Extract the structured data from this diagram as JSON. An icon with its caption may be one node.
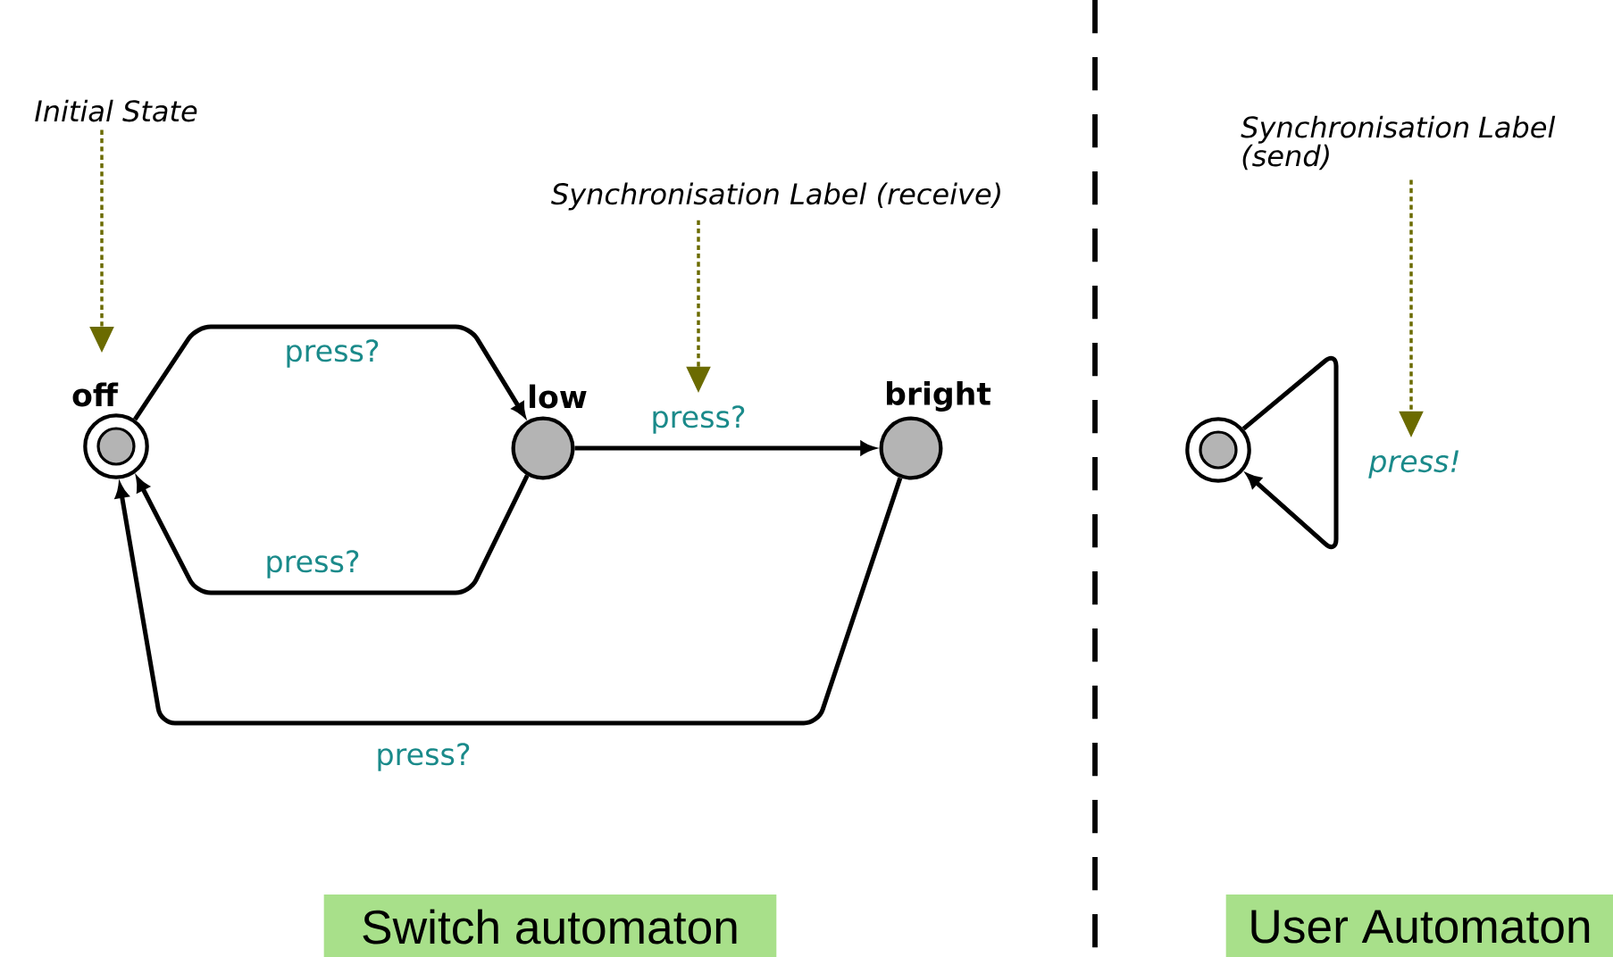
{
  "diagram": {
    "nodes": [
      {
        "text": [
          "off"
        ]
      },
      {
        "text": [
          "low"
        ]
      },
      {
        "text": [
          "bright"
        ]
      },
      {
        "text": [],
        "shape": "circle"
      },
      {
        "text": [
          "Initial State"
        ]
      },
      {
        "text": [
          "Synchronisation Label (receive)"
        ]
      },
      {
        "text": [
          "Synchronisation Label (send)"
        ]
      },
      {
        "text": [
          "Switch automaton"
        ]
      },
      {
        "text": [
          "User Automaton"
        ]
      }
    ],
    "edges": [
      {
        "from": 0,
        "to": 1,
        "arrow": "to",
        "label": "press?"
      },
      {
        "from": 1,
        "to": 0,
        "arrow": "to",
        "label": "press?"
      },
      {
        "from": 1,
        "to": 2,
        "arrow": "to",
        "label": "press?"
      },
      {
        "from": 2,
        "to": 0,
        "arrow": "to",
        "label": "press?"
      },
      {
        "from": 3,
        "to": 3,
        "arrow": "to",
        "label": "press!"
      },
      {
        "from": 4,
        "to": 0,
        "arrow": "to",
        "style": "dashed",
        "color": "#6b6b00"
      },
      {
        "from": 5,
        "to": null,
        "arrow": "to",
        "style": "dashed",
        "color": "#6b6b00"
      },
      {
        "from": 6,
        "to": null,
        "arrow": "to",
        "style": "dashed",
        "color": "#6b6b00"
      }
    ]
  }
}
